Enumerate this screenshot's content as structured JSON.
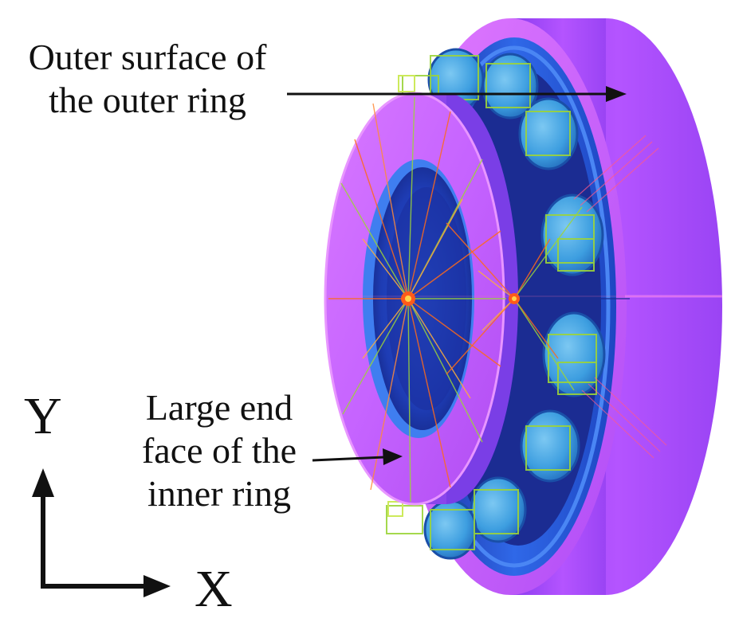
{
  "annotations": {
    "outer_surface": {
      "line1": "Outer surface of",
      "line2": "the outer ring"
    },
    "large_end_face": {
      "line1": "Large end",
      "line2": "face of the",
      "line3": "inner ring"
    }
  },
  "axes": {
    "y_label": "Y",
    "x_label": "X"
  },
  "colors": {
    "outer_ring": "#b44cff",
    "outer_ring_light": "#e27bff",
    "outer_ring_dark": "#7a2ed6",
    "inner_ring": "#c25cff",
    "cage_blue": "#2f68e8",
    "cage_dark": "#1b2f9e",
    "roller": "#3d9ee0",
    "mesh_green": "#9cd43a",
    "mesh_orange": "#ff6a1a",
    "mesh_red": "#ff3a3a",
    "text": "#111111"
  }
}
